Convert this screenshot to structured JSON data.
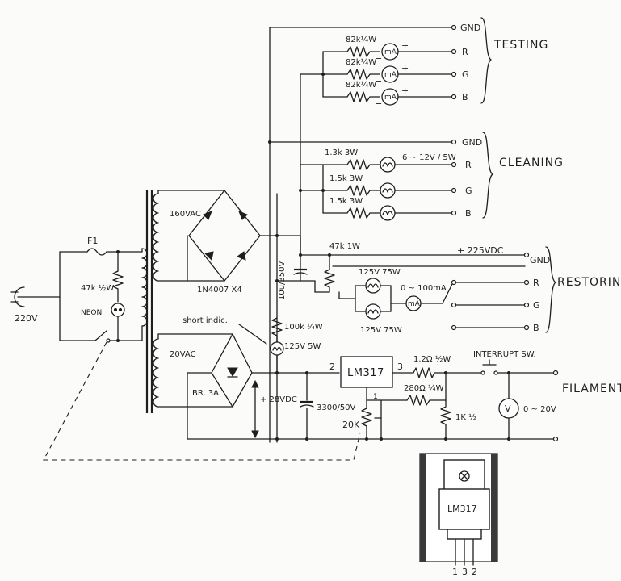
{
  "sections": {
    "testing": "TESTING",
    "cleaning": "CLEANING",
    "restoring": "RESTORING",
    "filament": "FILAMENT"
  },
  "terminals": {
    "gnd": "GND",
    "r": "R",
    "g": "G",
    "b": "B"
  },
  "testing": {
    "resistor": "82k¼W",
    "meter": "mA",
    "plus": "+",
    "minus": "−"
  },
  "cleaning": {
    "resistor_r": "1.3k 3W",
    "resistor_g": "1.5k 3W",
    "resistor_b": "1.5k 3W",
    "lamp_rating": "6 ~ 12V / 5W"
  },
  "restoring": {
    "voltage": "+ 225VDC",
    "bleeder": "47k 1W",
    "lamp_top": "125V 75W",
    "lamp_bottom": "125V 75W",
    "meter_range": "0 ~ 100mA",
    "meter": "mA"
  },
  "hv_supply": {
    "secondary": "160VAC",
    "diodes": "1N4007 X4",
    "capacitor": "10u/350V"
  },
  "short_indicator": {
    "label": "short indic.",
    "resistor": "100k ¼W",
    "lamp": "125V 5W"
  },
  "primary": {
    "fuse": "F1",
    "resistor": "47k ½W",
    "neon": "NEON",
    "mains": "220V"
  },
  "lv_supply": {
    "secondary": "20VAC",
    "bridge": "BR. 3A",
    "voltage": "+ 28VDC",
    "capacitor": "3300/50V",
    "pot": "20K"
  },
  "regulator": {
    "name": "LM317",
    "pin_in": "2",
    "pin_out": "3",
    "pin_adj": "1",
    "series_res": "1.2Ω ½W",
    "adj_res": "280Ω ¼W",
    "load_res": "1K ½",
    "switch": "INTERRUPT SW.",
    "meter": "V",
    "meter_range": "0 ~ 20V"
  },
  "package": {
    "name": "LM317",
    "pins": [
      "1",
      "3",
      "2"
    ]
  }
}
